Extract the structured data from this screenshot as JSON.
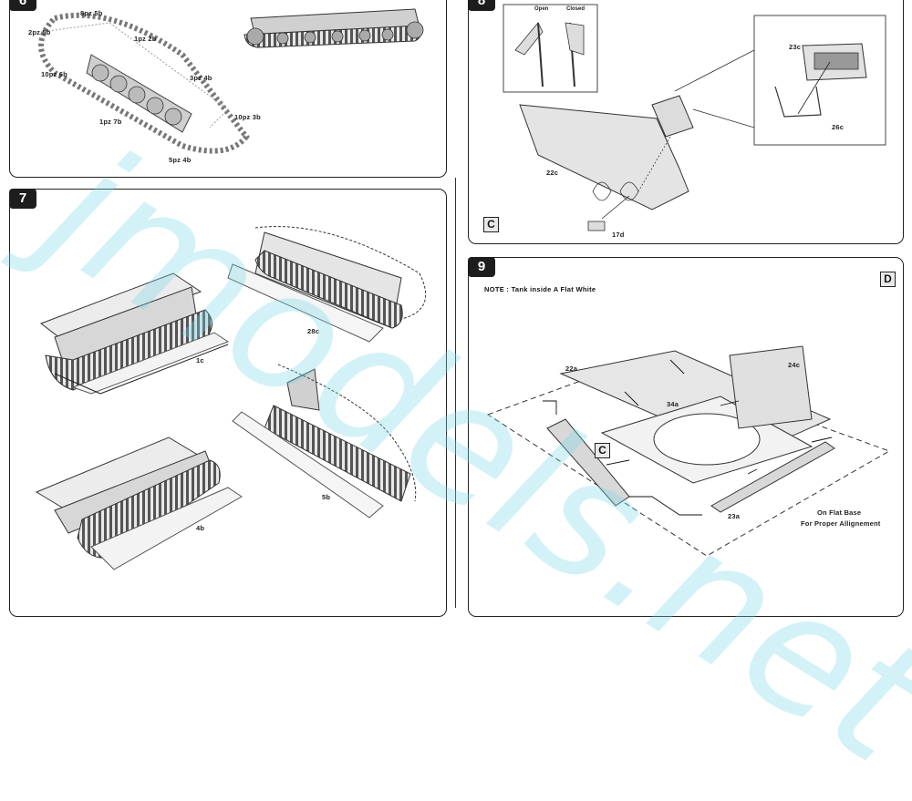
{
  "steps": {
    "s6": {
      "number": "6"
    },
    "s7": {
      "number": "7"
    },
    "s8": {
      "number": "8"
    },
    "s9": {
      "number": "9"
    }
  },
  "step6": {
    "parts": [
      "8pz 5b",
      "2pz 5b",
      "1pz 2b",
      "10pz 6b",
      "3pz 4b",
      "10pz 3b",
      "1pz 7b",
      "5pz 4b"
    ]
  },
  "step7": {
    "parts": [
      "1c",
      "28c",
      "4b",
      "5b"
    ]
  },
  "step8": {
    "open_label": "Open",
    "closed_label": "Closed",
    "parts": [
      "23c",
      "26c",
      "22c",
      "17d"
    ],
    "box_label": "C"
  },
  "step9": {
    "note": "NOTE : Tank inside A Flat White",
    "box_label": "D",
    "inner_label": "C",
    "parts": [
      "22a",
      "24c",
      "34a",
      "23a"
    ],
    "base_note_1": "On Flat Base",
    "base_note_2": "For Proper Allignement"
  },
  "watermark": "jmodels.net"
}
